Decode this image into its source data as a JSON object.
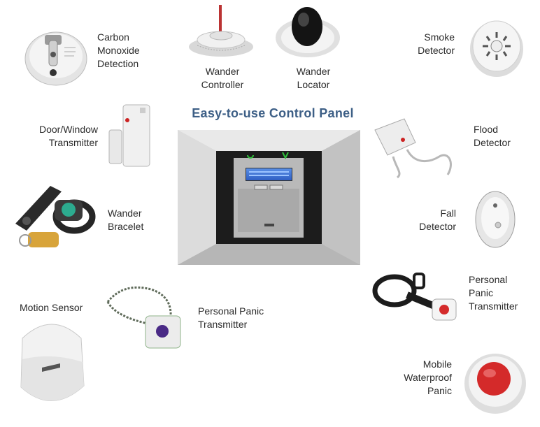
{
  "title": "Easy-to-use  Control Panel",
  "devices": {
    "carbon_monoxide": "Carbon\nMonoxide\nDetection",
    "wander_controller": "Wander\nController",
    "wander_locator": "Wander\nLocator",
    "smoke_detector": "Smoke\nDetector",
    "door_window": "Door/Window\nTransmitter",
    "flood_detector": "Flood\nDetector",
    "wander_bracelet": "Wander\nBracelet",
    "fall_detector": "Fall\nDetector",
    "motion_sensor": "Motion Sensor",
    "personal_panic_left": "Personal Panic\nTransmitter",
    "personal_panic_right": "Personal\nPanic\nTransmitter",
    "mobile_waterproof": "Mobile\nWaterproof\nPanic"
  },
  "colors": {
    "title": "#3d5f86",
    "panel_frame": "#c9c9c9",
    "panel_inner": "#1c1c1c",
    "screen": "#3b6fd6",
    "panic_button": "#d42a2a"
  }
}
